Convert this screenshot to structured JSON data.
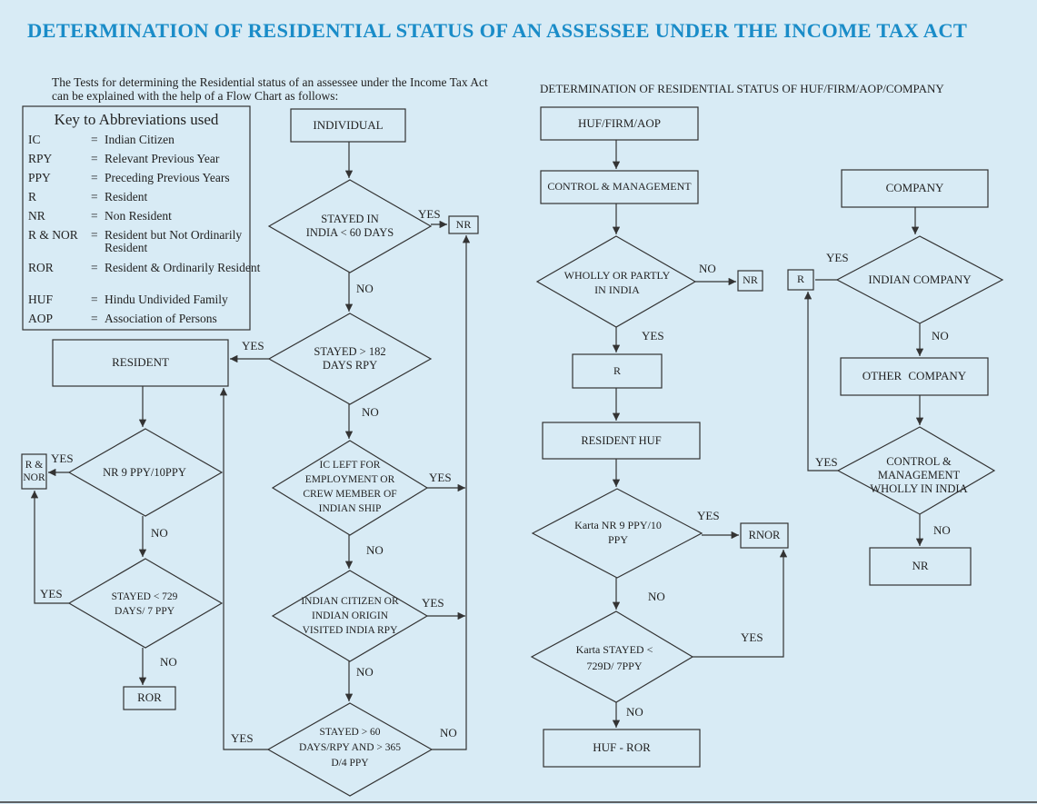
{
  "title": "DETERMINATION OF RESIDENTIAL STATUS OF AN ASSESSEE UNDER THE INCOME TAX ACT",
  "intro": "The Tests for determining the Residential status of an assessee under the Income Tax Act can be explained with the help of a Flow Chart as follows:",
  "huf_heading": "DETERMINATION OF RESIDENTIAL STATUS OF HUF/FIRM/AOP/COMPANY",
  "key": {
    "title": "Key to Abbreviations used",
    "items": [
      {
        "abbr": "IC",
        "def": "Indian Citizen"
      },
      {
        "abbr": "RPY",
        "def": "Relevant Previous Year"
      },
      {
        "abbr": "PPY",
        "def": "Preceding Previous Years"
      },
      {
        "abbr": "R",
        "def": "Resident"
      },
      {
        "abbr": "NR",
        "def": "Non Resident"
      },
      {
        "abbr": "R & NOR",
        "def": "Resident but Not Ordinarily Resident"
      },
      {
        "abbr": "ROR",
        "def": "Resident & Ordinarily Resident"
      },
      {
        "abbr": "HUF",
        "def": "Hindu Undivided Family"
      },
      {
        "abbr": "AOP",
        "def": "Association of Persons"
      }
    ]
  },
  "nodes": {
    "individual": "INDIVIDUAL",
    "stayed_60": "STAYED IN INDIA < 60 DAYS",
    "nr_top": "NR",
    "stayed_182": "STAYED > 182 DAYS RPY",
    "resident": "RESIDENT",
    "ic_left": "IC LEFT FOR EMPLOYMENT OR CREW MEMBER OF INDIAN SHIP",
    "indian_citizen_origin": "INDIAN CITIZEN OR INDIAN ORIGIN VISITED INDIA RPY",
    "stayed_60_365": "STAYED > 60 DAYS/RPY AND > 365 D/4 PPY",
    "nr_9ppy": "NR 9 PPY/10PPY",
    "r_nor": "R & NOR",
    "stayed_729": "STAYED < 729 DAYS/ 7 PPY",
    "ror": "ROR",
    "huf_firm_aop": "HUF/FIRM/AOP",
    "control_mgmt": "CONTROL & MANAGEMENT",
    "wholly_partly": "WHOLLY OR PARTLY IN INDIA",
    "nr_huf": "NR",
    "r_huf": "R",
    "resident_huf": "RESIDENT HUF",
    "karta_nr": "Karta NR 9 PPY/10 PPY",
    "rnor": "RNOR",
    "karta_stayed": "Karta STAYED < 729D/ 7PPY",
    "huf_ror": "HUF - ROR",
    "company": "COMPANY",
    "indian_company": "INDIAN COMPANY",
    "r_company": "R",
    "other_company": "OTHER COMPANY",
    "control_wholly": "CONTROL & MANAGEMENT WHOLLY IN INDIA",
    "nr_company": "NR"
  },
  "labels": {
    "yes": "YES",
    "no": "NO"
  }
}
